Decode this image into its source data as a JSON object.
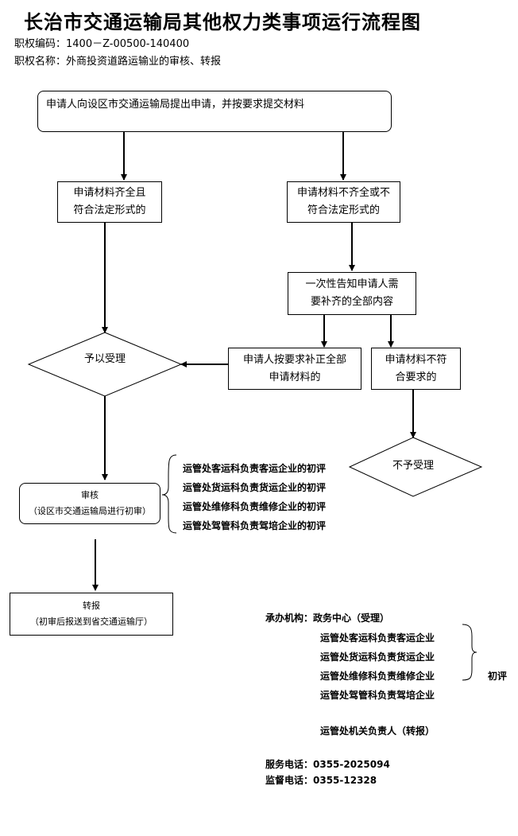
{
  "header": {
    "title": "长治市交通运输局其他权力类事项运行流程图",
    "code_line": "职权编码：1400－Z-00500-140400",
    "name_line": "职权名称：外商投资道路运输业的审核、转报"
  },
  "flow": {
    "start": "申请人向设区市交通运输局提出申请，并按要求提交材料",
    "complete": [
      "申请材料齐全且",
      "符合法定形式的"
    ],
    "incomplete": [
      "申请材料不齐全或不",
      "符合法定形式的"
    ],
    "notify": [
      "一次性告知申请人需",
      "要补齐的全部内容"
    ],
    "supplement": [
      "申请人按要求补正全部",
      "申请材料的"
    ],
    "not_meet": [
      "申请材料不符",
      "合要求的"
    ],
    "accept": "予以受理",
    "reject": "不予受理",
    "review": {
      "title": "审核",
      "sub": "（设区市交通运输局进行初审）"
    },
    "transfer": {
      "title": "转报",
      "sub": "（初审后报送到省交通运输厅）"
    },
    "review_notes": [
      "运管处客运科负责客运企业的初评",
      "运管处货运科负责货运企业的初评",
      "运管处维修科负责维修企业的初评",
      "运管处驾管科负责驾培企业的初评"
    ]
  },
  "info": {
    "org_label": "承办机构：政务中心（受理）",
    "units": [
      "运管处客运科负责客运企业",
      "运管处货运科负责货运企业",
      "运管处维修科负责维修企业",
      "运管处驾管科负责驾培企业"
    ],
    "initial_review": "初评",
    "transfer_person": "运管处机关负责人（转报）",
    "service_phone": "服务电话：0355-2025094",
    "supervise_phone": "监督电话：0355-12328"
  }
}
